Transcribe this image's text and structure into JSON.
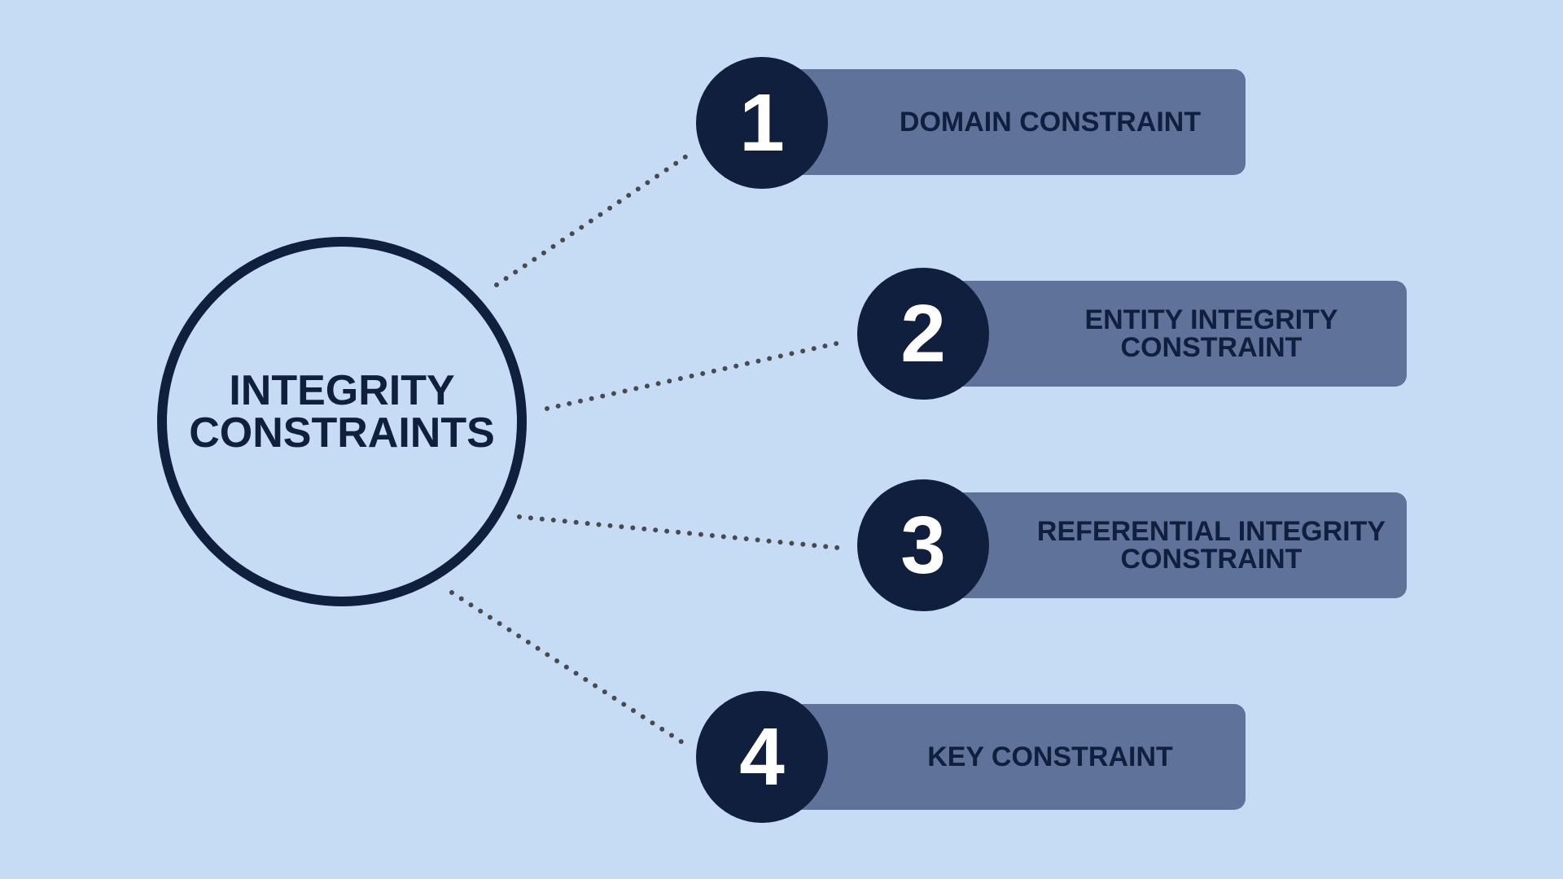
{
  "hub": {
    "line1": "INTEGRITY",
    "line2": "CONSTRAINTS"
  },
  "items": [
    {
      "number": "1",
      "label_line1": "DOMAIN CONSTRAINT",
      "label_line2": ""
    },
    {
      "number": "2",
      "label_line1": "ENTITY INTEGRITY",
      "label_line2": "CONSTRAINT"
    },
    {
      "number": "3",
      "label_line1": "REFERENTIAL INTEGRITY",
      "label_line2": "CONSTRAINT"
    },
    {
      "number": "4",
      "label_line1": "KEY CONSTRAINT",
      "label_line2": ""
    }
  ],
  "colors": {
    "background": "#c6dcf5",
    "dark_navy": "#0f1f3d",
    "bar_fill": "#5f7299",
    "connector": "#4a4a4a",
    "badge_text": "#ffffff"
  }
}
